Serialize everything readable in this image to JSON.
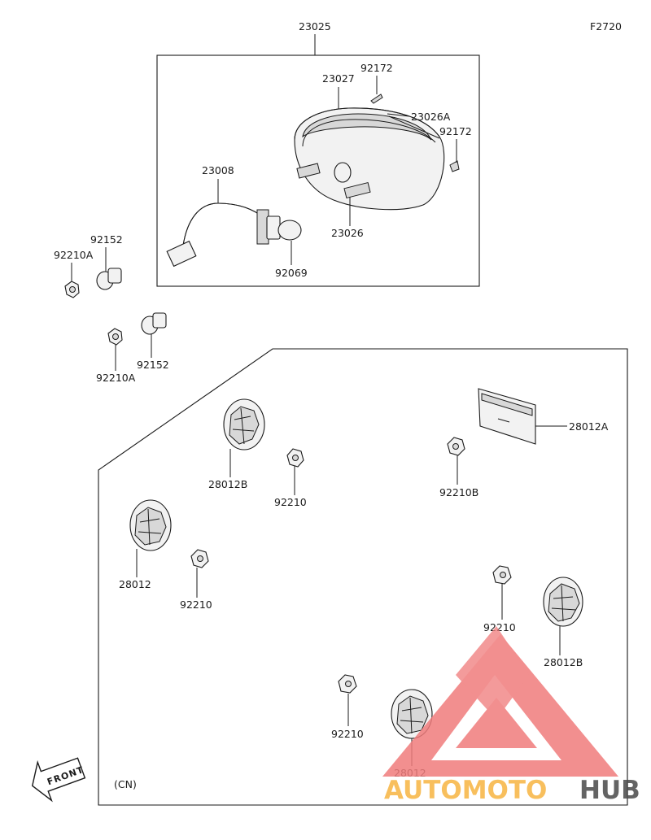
{
  "figure_code": "F2720",
  "region_note": "(CN)",
  "front_label": "FRONT",
  "watermark": {
    "text_a": "AUTOMOTO",
    "text_b": "HUB",
    "accent": "#f07c7c",
    "accent_text": "#f7b441",
    "dark_text": "#4a4a4a"
  },
  "labels": {
    "assembly": "23025",
    "housing": "23027",
    "screw_top": "92172",
    "gasket": "23026A",
    "screw_side": "92172",
    "harness": "23008",
    "stud": "23026",
    "bulb": "92069",
    "collar_top": "92152",
    "nut_top": "92210A",
    "collar_bottom": "92152",
    "nut_bottom": "92210A",
    "plate_label": "28012A",
    "nut_plate": "92210B",
    "reflector_b1": "28012B",
    "nut_1": "92210",
    "reflector_1": "28012",
    "nut_2": "92210",
    "nut_3": "92210",
    "reflector_b2": "28012B",
    "nut_4": "92210",
    "reflector_2": "28012"
  }
}
